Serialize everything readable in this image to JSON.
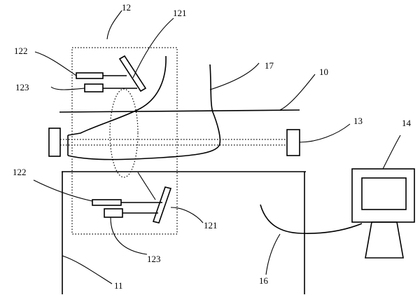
{
  "labels": {
    "l12": "12",
    "l121_top": "121",
    "l122_top": "122",
    "l123_top": "123",
    "l17": "17",
    "l10": "10",
    "l13": "13",
    "l14": "14",
    "l122_bottom": "122",
    "l121_bottom": "121",
    "l123_bottom": "123",
    "l16": "16",
    "l11": "11"
  }
}
